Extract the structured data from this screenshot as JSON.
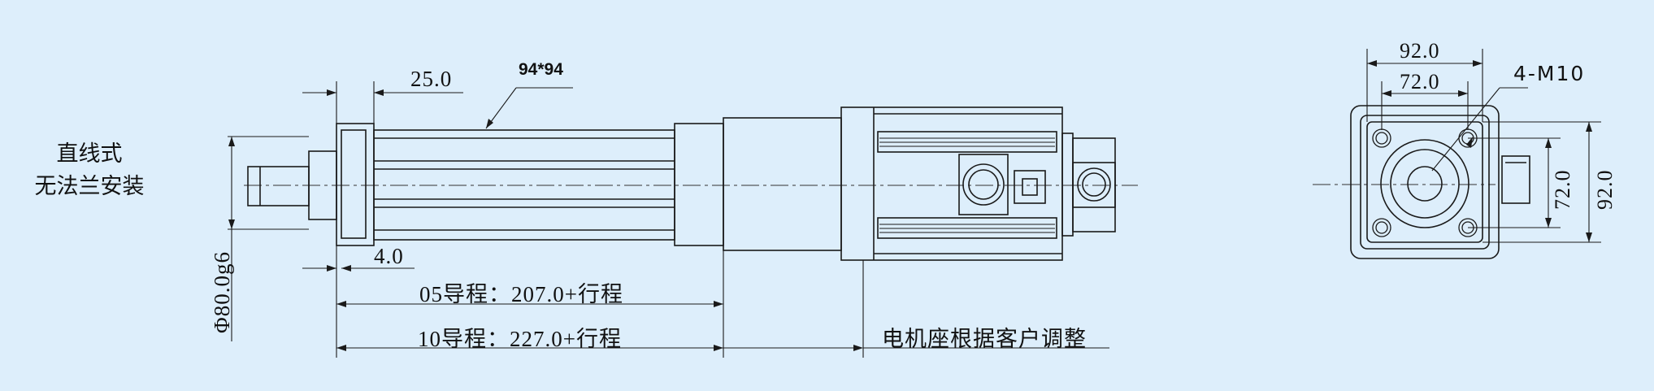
{
  "mount_label": {
    "line1": "直线式",
    "line2": "无法兰安装"
  },
  "dimensions": {
    "flange_width": "25.0",
    "profile_size": "94*94",
    "shaft_shoulder": "4.0",
    "rod_diameter": "Φ80.0g6",
    "length_05": "05导程：207.0+行程",
    "length_10": "10导程：227.0+行程",
    "motor_mount_note": "电机座根据客户调整"
  },
  "end_view": {
    "outer_width": "92.0",
    "hole_spacing": "72.0",
    "thread_callout": "4-M10",
    "outer_height": "92.0",
    "hole_spacing_vertical": "72.0"
  }
}
